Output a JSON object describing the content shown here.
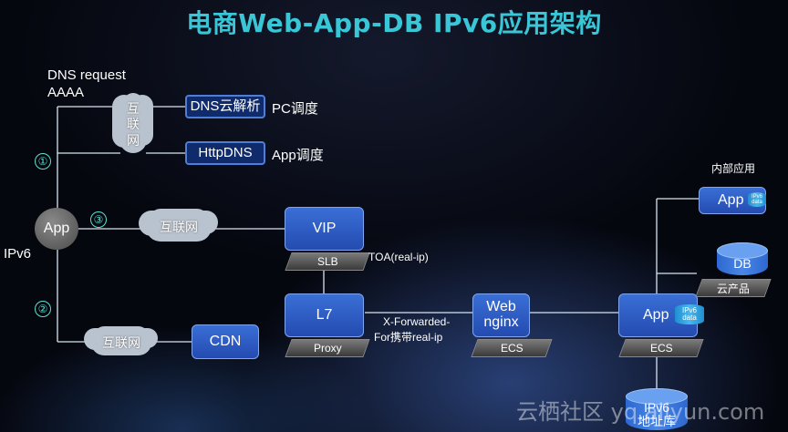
{
  "title": "电商Web-App-DB IPv6应用架构",
  "dns_request": "DNS request",
  "aaaa": "AAAA",
  "ipv6_label": "IPv6",
  "app_node": "App",
  "circle_numbers": [
    "①",
    "②",
    "③"
  ],
  "clouds": {
    "top": "互\n联\n网",
    "mid": "互联网",
    "bottom": "互联网"
  },
  "dns_cloud": "DNS云解析",
  "pc_schedule": "PC调度",
  "http_dns": "HttpDNS",
  "app_schedule": "App调度",
  "vip": "VIP",
  "slb": "SLB",
  "toa": "TOA(real-ip)",
  "l7": "L7",
  "proxy": "Proxy",
  "x_forwarded_line1": "X-Forwarded-",
  "x_forwarded_line2": "For携带real-ip",
  "cdn": "CDN",
  "web_nginx_line1": "Web",
  "web_nginx_line2": "nginx",
  "ecs1": "ECS",
  "app_main": "App",
  "ecs2": "ECS",
  "ipv6_data": "IPv6\ndata",
  "ipv6_db_line1": "IPv6",
  "ipv6_db_line2": "地址库",
  "internal_app_label": "内部应用",
  "internal_app": "App",
  "db": "DB",
  "cloud_product": "云产品",
  "watermark": "云栖社区 yq.aliyun.com",
  "colors": {
    "title": "#39c6d6",
    "box": "#2f5fc8",
    "accent": "#5ee0d0"
  }
}
